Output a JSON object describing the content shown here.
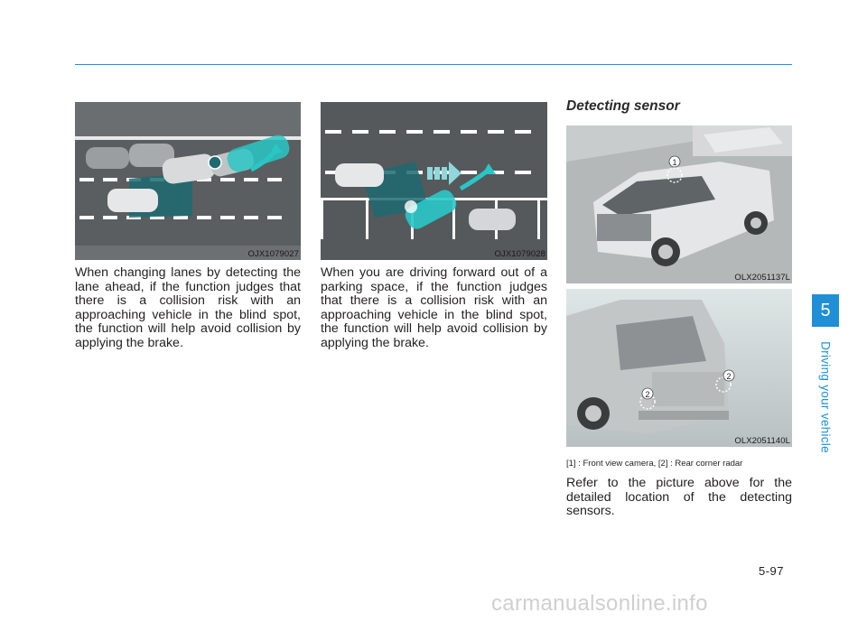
{
  "figures": {
    "blind_spot_lane_change": {
      "code": "OJX1079027"
    },
    "parking_exit": {
      "code": "OJX1079028"
    },
    "front_camera": {
      "code": "OLX2051137L",
      "marker": "1"
    },
    "rear_radar": {
      "code": "OLX2051140L",
      "marker_left": "2",
      "marker_right": "2"
    }
  },
  "paragraphs": {
    "lane_change": "When changing lanes by detecting the lane ahead, if the function judges that there is a collision risk with an approaching vehicle in the blind spot, the function will help avoid collision by applying the brake.",
    "parking_exit": "When you are driving forward out of a parking space, if the function judges that there is a collision risk with an approaching vehicle in the blind spot, the function will help avoid collision by applying the brake.",
    "sensor_location": "Refer to the picture above for the detailed location of the detecting sensors."
  },
  "section": {
    "heading": "Detecting sensor",
    "caption": "[1] : Front view camera, [2] : Rear corner radar"
  },
  "sidebar": {
    "chapter_number": "5",
    "chapter_title": "Driving your vehicle"
  },
  "footer": {
    "page_number": "5-97",
    "watermark": "carmanualsonline.info"
  },
  "colors": {
    "accent": "#1f8fd6",
    "road": "#55595b",
    "highlight": "#2ac6c6"
  }
}
